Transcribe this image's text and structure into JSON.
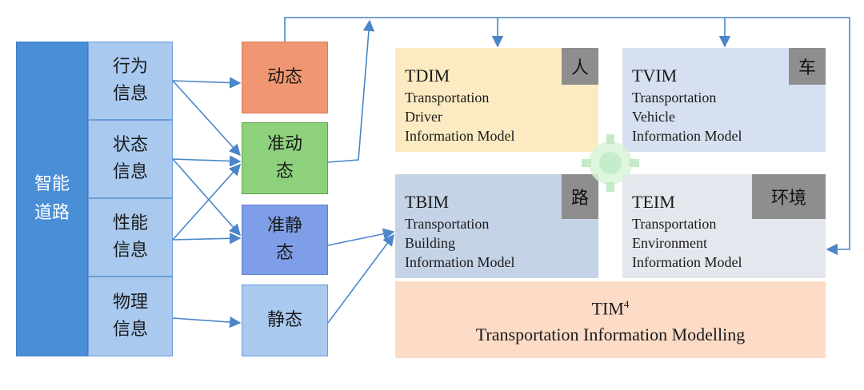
{
  "main": {
    "label": "智能道路"
  },
  "info_items": [
    {
      "label": "行为信息"
    },
    {
      "label": "状态信息"
    },
    {
      "label": "性能信息"
    },
    {
      "label": "物理信息"
    }
  ],
  "categories": {
    "dynamic": "动态",
    "quasi_dynamic": "准动态",
    "quasi_static": "准静态",
    "static": "静态"
  },
  "models": {
    "tdim": {
      "abbr": "TDIM",
      "desc": "Transportation\nDriver\nInformation Model",
      "tag": "人"
    },
    "tvim": {
      "abbr": "TVIM",
      "desc": "Transportation\nVehicle\nInformation Model",
      "tag": "车"
    },
    "tbim": {
      "abbr": "TBIM",
      "desc": "Transportation\nBuilding\nInformation Model",
      "tag": "路"
    },
    "teim": {
      "abbr": "TEIM",
      "desc": "Transportation\nEnvironment\nInformation Model",
      "tag": "环境"
    }
  },
  "tim": {
    "abbr": "TIM",
    "sup": "4",
    "full": "Transportation Information Modelling"
  },
  "colors": {
    "arrow": "#4a86c8",
    "main_block": "#4a8fd6",
    "info": "#a9c9ef",
    "dynamic": "#f19672",
    "quasi_dynamic": "#8ed17c",
    "quasi_static": "#7f9ee8",
    "static": "#a9c9ef"
  }
}
